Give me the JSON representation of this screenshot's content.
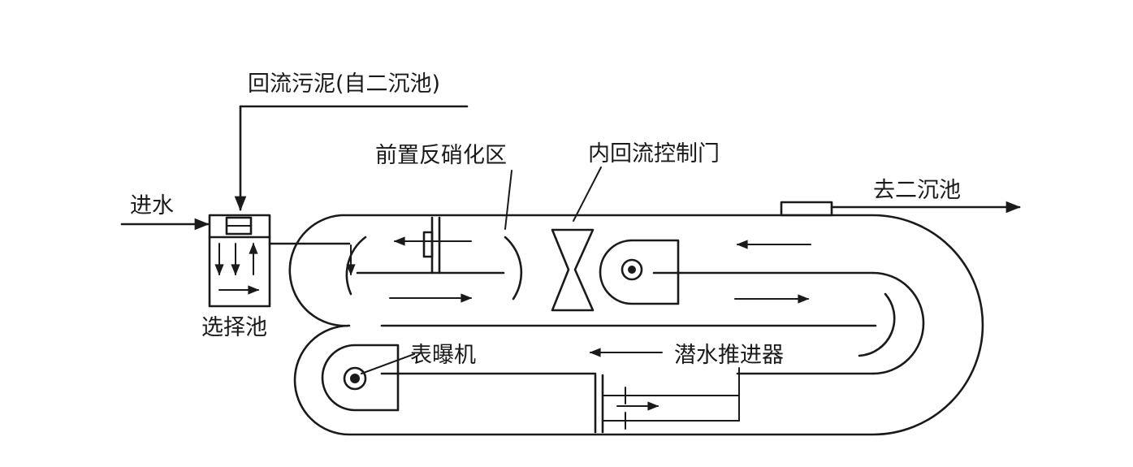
{
  "diagram": {
    "labels": {
      "return_sludge": "回流污泥(自二沉池)",
      "inlet": "进水",
      "selector_tank": "选择池",
      "pre_denitrification_zone": "前置反硝化区",
      "internal_recycle_gate": "内回流控制门",
      "to_secondary_clarifier": "去二沉池",
      "surface_aerator": "表曝机",
      "submersible_propeller": "潜水推进器"
    },
    "colors": {
      "line": "#1a1a1a",
      "background": "#ffffff"
    }
  }
}
